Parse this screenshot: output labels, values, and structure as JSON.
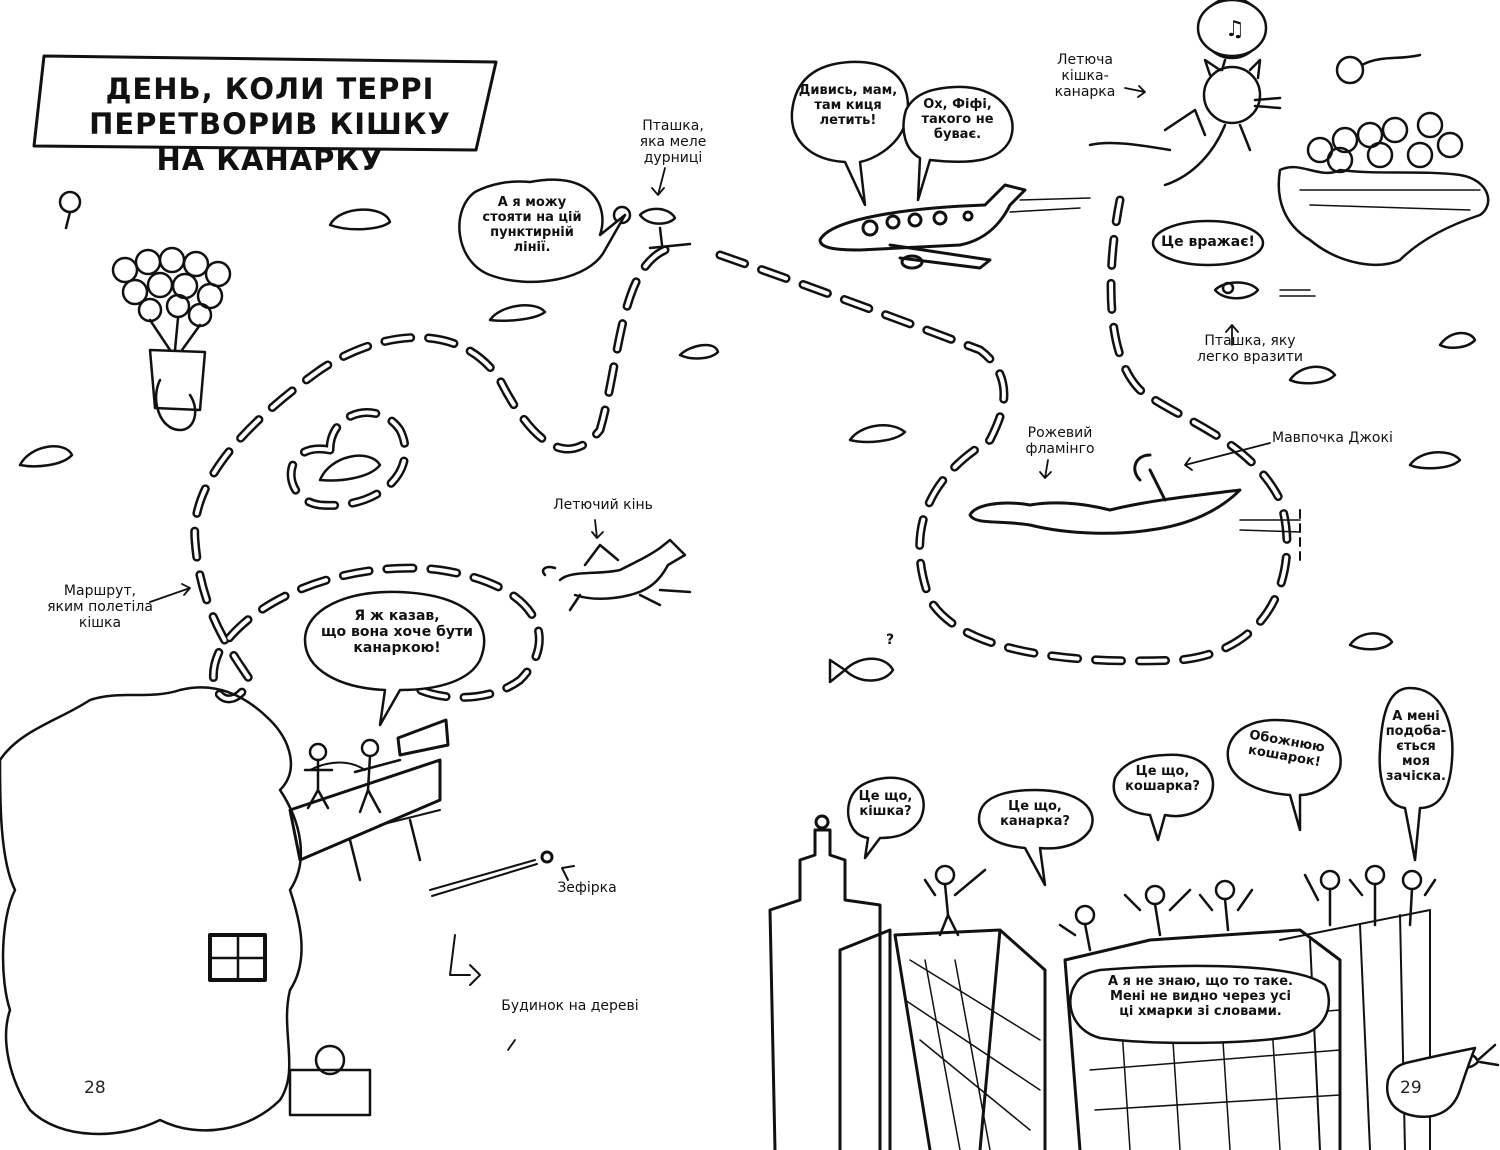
{
  "spread": {
    "title": "День, коли Террі перетворив кішку на канарку",
    "page_left": "28",
    "page_right": "29"
  },
  "labels": {
    "bird_nonsense": "Пташка,\nяка меле\nдурниці",
    "flying_cat": "Летюча\nкішка-\nканарка",
    "impressed_bird": "Пташка, яку\nлегко вразити",
    "flamingo": "Рожевий\nфламінго",
    "monkey": "Мавпочка Джокі",
    "route": "Маршрут,\nяким полетіла\nкішка",
    "flying_horse": "Летючий кінь",
    "marshmallow": "Зефірка",
    "treehouse": "Будинок на дереві"
  },
  "speech": {
    "bird_line": "А я можу\nстояти на цій\nпунктирній\nлінії.",
    "plane_child": "Дивись, мам,\nтам киця\nлетить!",
    "plane_mom": "Ох, Фіфі,\nтакого не\nбуває.",
    "impressed_bird": "Це вражає!",
    "treehouse_kid": "Я ж казав,\nщо вона хоче бути\nканаркою!",
    "roof_1": "Це що,\nкішка?",
    "roof_2": "Це що,\nканарка?",
    "roof_3": "Це що,\nкошарка?",
    "roof_4": "Обожнюю\nкошарок!",
    "roof_5": "А мені\nподоба-\nється\nмоя\nзачіска.",
    "roof_6": "А я не знаю, що то таке.\nМені не видно через усі\nці хмарки зі словами.",
    "fish": "?"
  },
  "colors": {
    "ink": "#111111",
    "paper": "#ffffff"
  }
}
